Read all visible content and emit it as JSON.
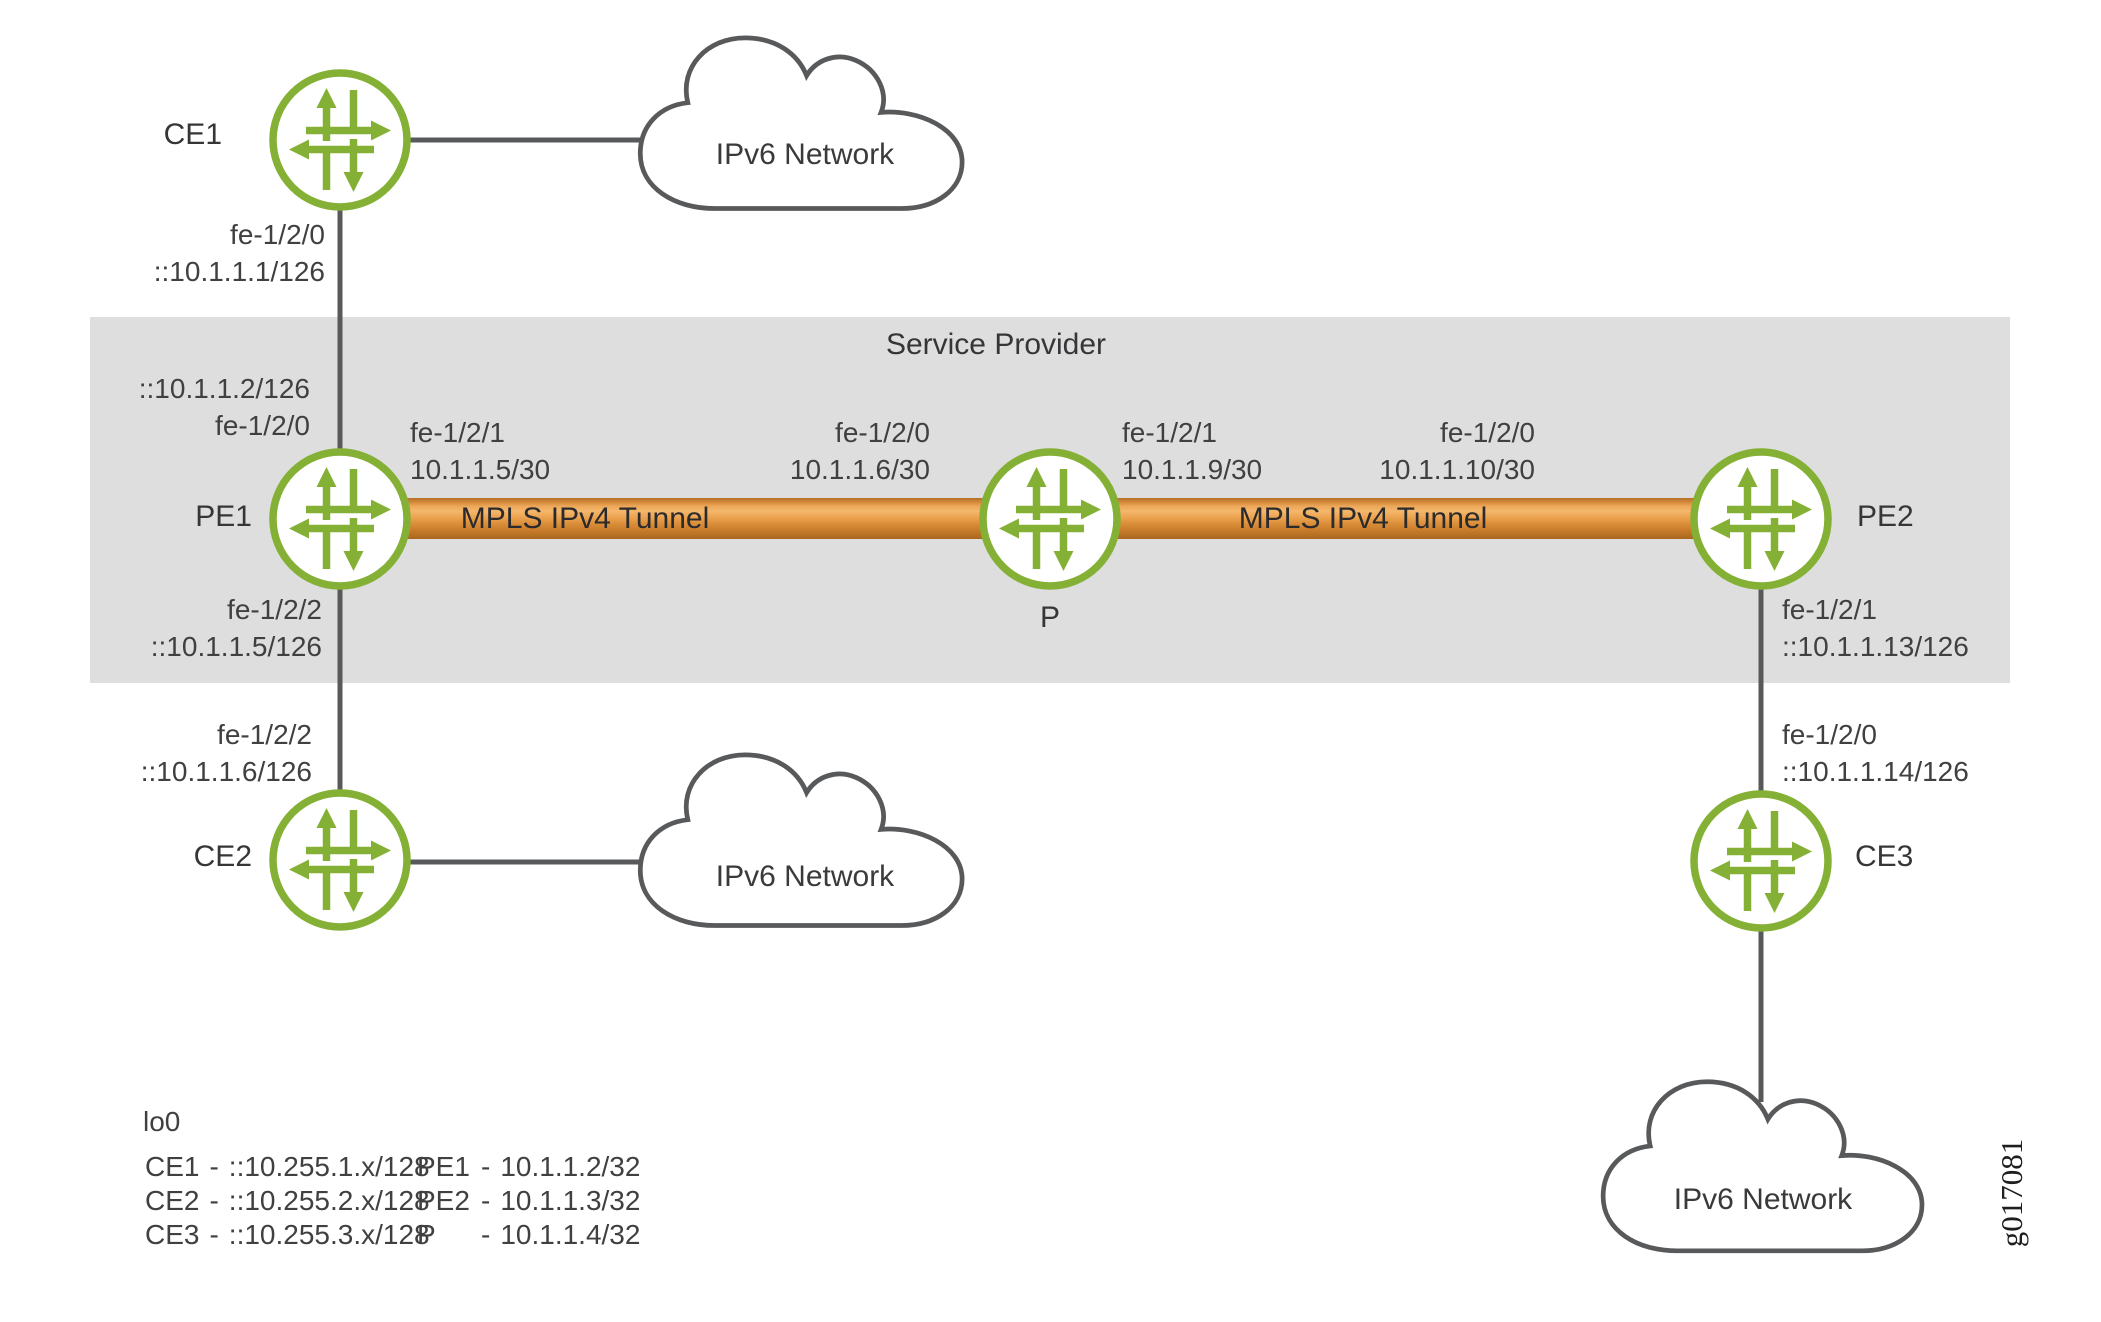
{
  "figure": {
    "region_label": "Service Provider",
    "figure_id": "g017081",
    "clouds": {
      "top": "IPv6 Network",
      "bottom_left": "IPv6 Network",
      "bottom_right": "IPv6 Network"
    },
    "tunnels": {
      "left": "MPLS IPv4 Tunnel",
      "right": "MPLS IPv4 Tunnel"
    },
    "routers": {
      "ce1": "CE1",
      "ce2": "CE2",
      "ce3": "CE3",
      "pe1": "PE1",
      "pe2": "PE2",
      "p": "P"
    },
    "interfaces": {
      "ce1_down": {
        "line1": "fe-1/2/0",
        "line2": "::10.1.1.1/126"
      },
      "pe1_up": {
        "line1": "::10.1.1.2/126",
        "line2": "fe-1/2/0"
      },
      "pe1_right": {
        "line1": "fe-1/2/1",
        "line2": "10.1.1.5/30"
      },
      "pe1_down": {
        "line1": "fe-1/2/2",
        "line2": "::10.1.1.5/126"
      },
      "ce2_up": {
        "line1": "fe-1/2/2",
        "line2": "::10.1.1.6/126"
      },
      "p_left": {
        "line1": "fe-1/2/0",
        "line2": "10.1.1.6/30"
      },
      "p_right": {
        "line1": "fe-1/2/1",
        "line2": "10.1.1.9/30"
      },
      "pe2_left": {
        "line1": "fe-1/2/0",
        "line2": "10.1.1.10/30"
      },
      "pe2_down": {
        "line1": "fe-1/2/1",
        "line2": "::10.1.1.13/126"
      },
      "ce3_up": {
        "line1": "fe-1/2/0",
        "line2": "::10.1.1.14/126"
      }
    },
    "legend": {
      "title": "lo0",
      "separator": "-",
      "left": [
        {
          "name": "CE1",
          "value": "::10.255.1.x/128"
        },
        {
          "name": "CE2",
          "value": "::10.255.2.x/128"
        },
        {
          "name": "CE3",
          "value": "::10.255.3.x/128"
        }
      ],
      "right": [
        {
          "name": "PE1",
          "value": "10.1.1.2/32"
        },
        {
          "name": "PE2",
          "value": "10.1.1.3/32"
        },
        {
          "name": "P",
          "value": "10.1.1.4/32"
        }
      ]
    },
    "colors": {
      "router_green": "#84B135",
      "band_gray": "#DEDEDE",
      "line_gray": "#58595B",
      "tunnel_orange": "#E9A04C",
      "text": "#403F41"
    }
  }
}
